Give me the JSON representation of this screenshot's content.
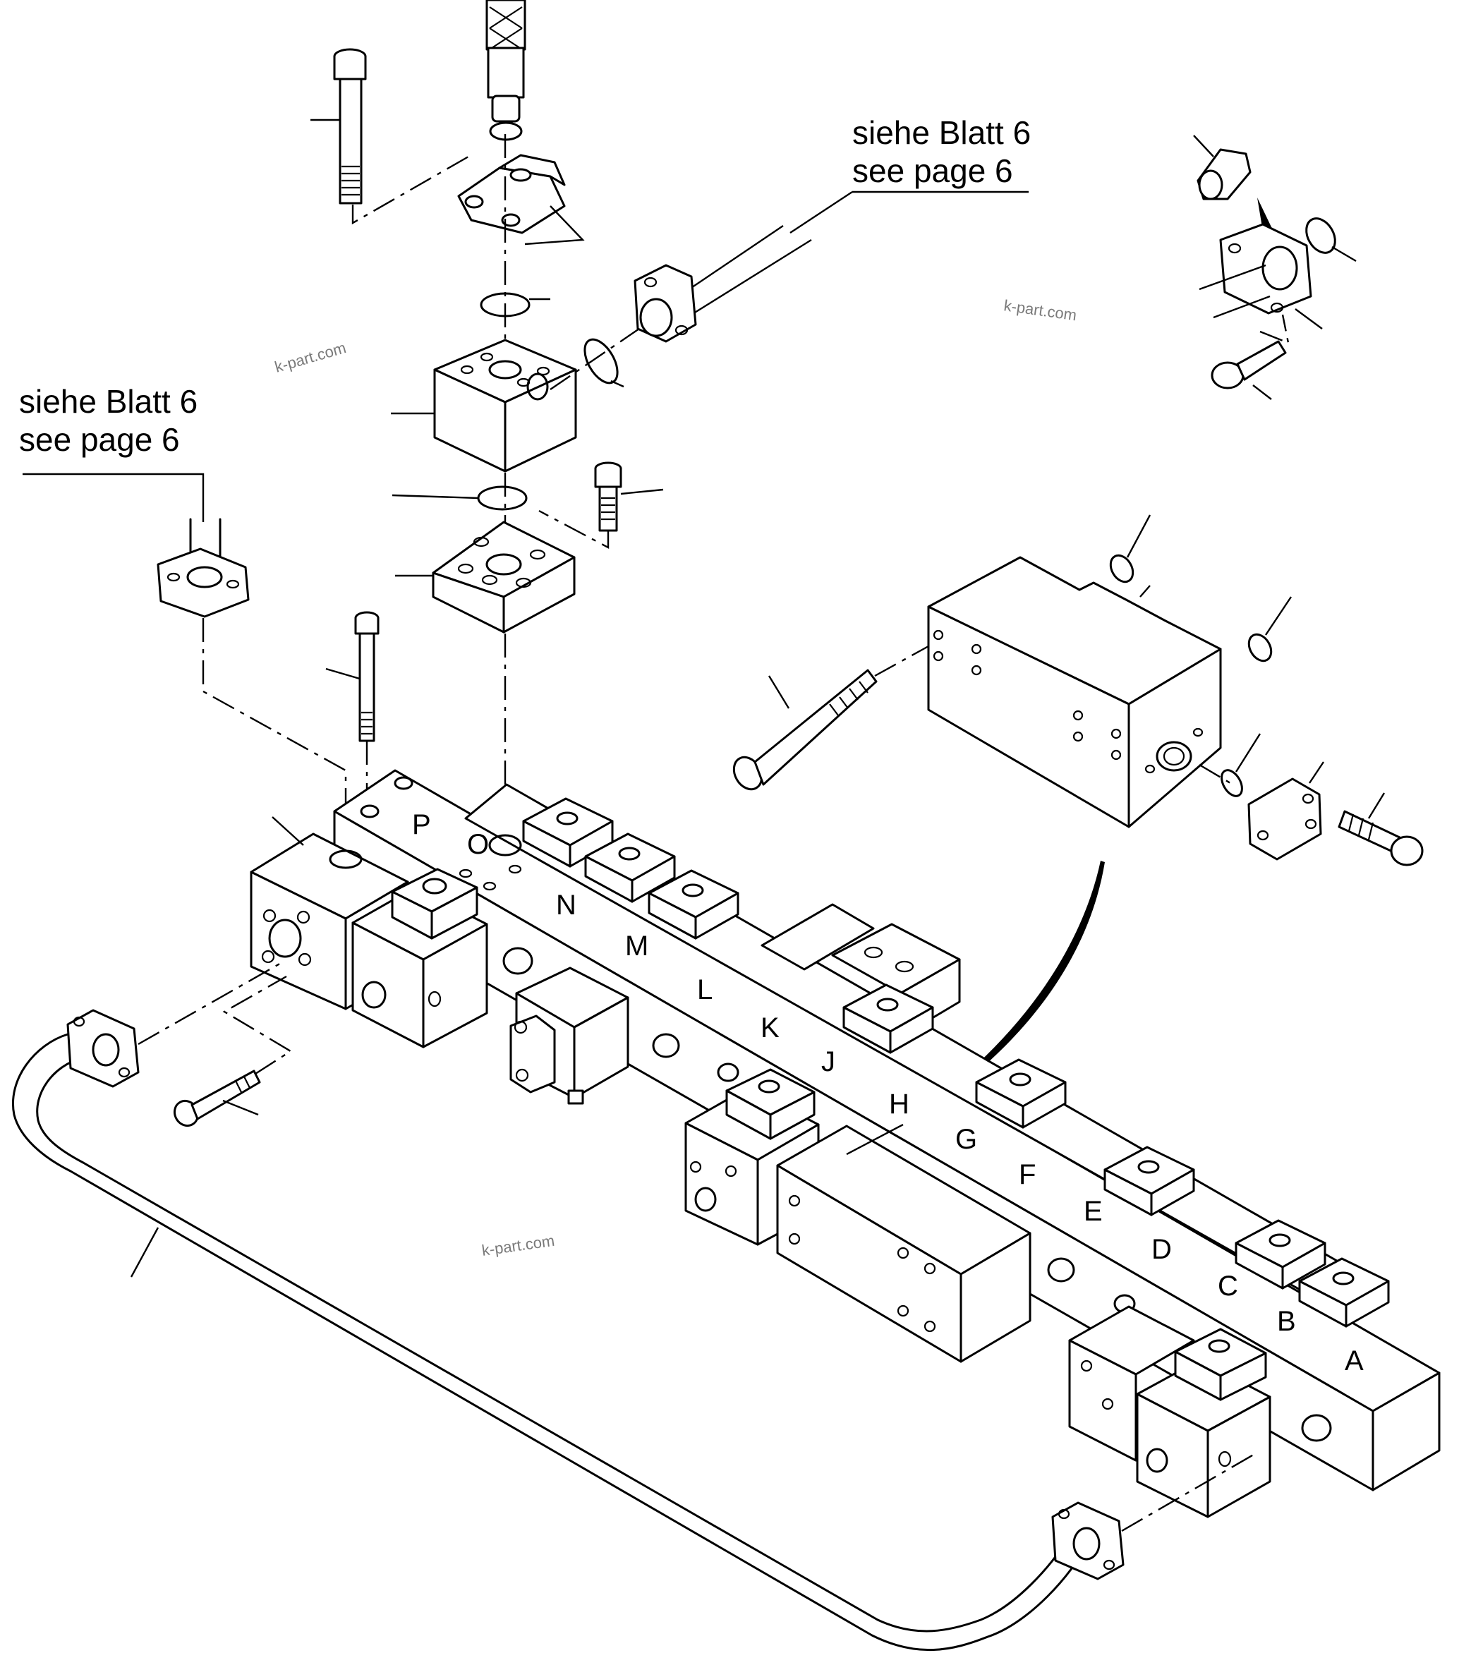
{
  "references": {
    "top_right": [
      "siehe Blatt 6",
      "see page 6"
    ],
    "left": [
      "siehe Blatt 6",
      "see page 6"
    ]
  },
  "section_letters": [
    "P",
    "O",
    "N",
    "M",
    "L",
    "K",
    "J",
    "H",
    "G",
    "F",
    "E",
    "D",
    "C",
    "B",
    "A"
  ],
  "watermark": "k-part.com"
}
